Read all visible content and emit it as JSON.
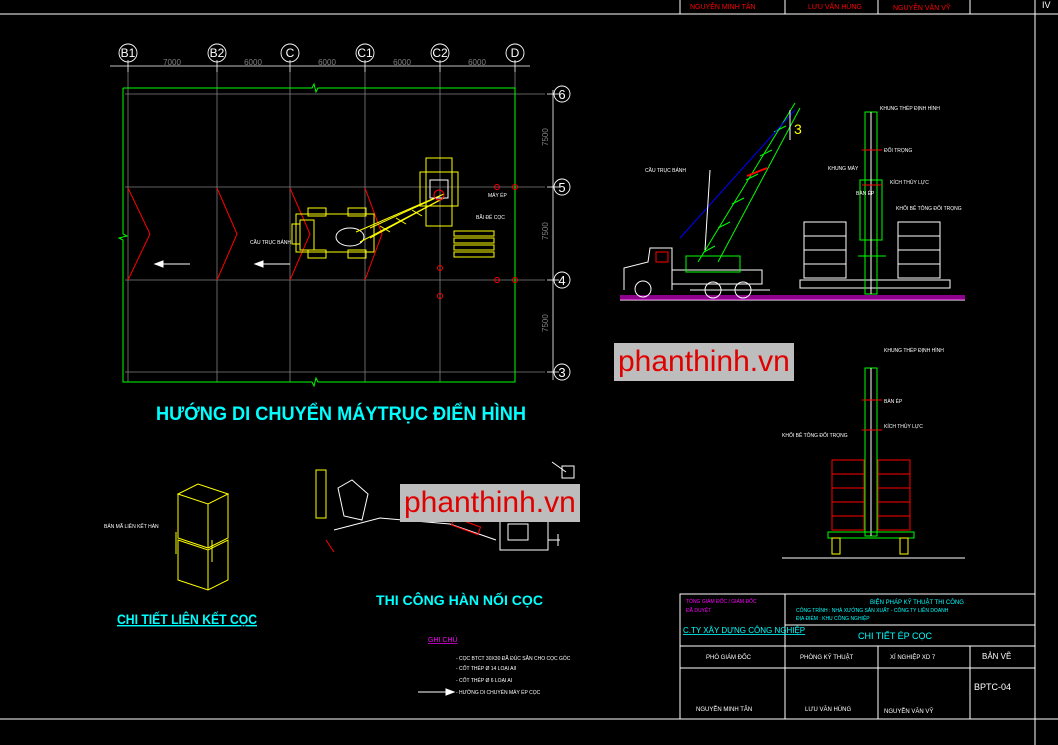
{
  "top_strip": {
    "col1": "NGUYỄN MINH TÂN",
    "col2": "LƯU VĂN HÙNG",
    "col3": "NGUYỄN VĂN VỸ",
    "col4": "IV"
  },
  "plan": {
    "axes_top": [
      "B1",
      "B2",
      "C",
      "C1",
      "C2",
      "D"
    ],
    "spans_top": [
      "7000",
      "6000",
      "6000",
      "6000",
      "6000"
    ],
    "axes_right": [
      "6",
      "5",
      "4",
      "3"
    ],
    "spans_right": [
      "7500",
      "7500",
      "7500"
    ],
    "title": "HƯỚNG DI CHUYỂN MÁYTRỤC ĐIỂN HÌNH",
    "label_crane": "CẦU TRỤC BÁNH",
    "label_pile_stack": "BÃI ĐỂ CỌC",
    "label_machine": "MÁY ÉP"
  },
  "crane_elev": {
    "label_cab": "CẦU TRỤC BÁNH",
    "label_num": "3"
  },
  "rig_elev": {
    "label_top": "KHUNG THÉP ĐỊNH HÌNH",
    "label_frame": "KHUNG MÁY",
    "label_weight": "ĐỐI TRỌNG",
    "label_jack": "KÍCH THỦY LỰC",
    "label_block": "KHỐI BÊ TÔNG ĐỐI TRỌNG",
    "label_pile": "BÀN ÉP"
  },
  "rig_elev2": {
    "label_top": "KHUNG THÉP ĐỊNH HÌNH",
    "label_mid": "BÀN ÉP",
    "label_jack": "KÍCH THỦY LỰC",
    "label_left": "KHỐI BÊ TÔNG ĐỐI TRỌNG"
  },
  "detail_joint": {
    "title": "CHI TIẾT LIÊN KẾT CỌC",
    "label": "BẢN MÃ LIÊN KẾT HÀN"
  },
  "detail_weld": {
    "title": "THI CÔNG HÀN NỐI CỌC"
  },
  "notes": {
    "heading": "GHI CHÚ",
    "lines": [
      "- CỌC BTCT 30X30 ĐÃ ĐÚC SẴN CHO CỌC GÓC",
      "- CỐT THÉP Ø 14 LOẠI AII",
      "- CỐT THÉP Ø 6 LOẠI AI",
      "- HƯỚNG DI CHUYỂN MÁY ÉP CỌC"
    ]
  },
  "title_block": {
    "company_label": "TỔNG GIÁM ĐỐC / GIÁM ĐỐC",
    "company_sub": "ĐÃ DUYỆT",
    "company_name": "C.TY XÂY DỰNG CÔNG NGHIỆP",
    "project_title": "BIỆN PHÁP KỸ THUẬT THI CÔNG",
    "project_line1": "CÔNG TRÌNH : NHÀ XƯỞNG SẢN XUẤT - CÔNG TY LIÊN DOANH",
    "project_line2": "ĐỊA ĐIỂM : KHU CÔNG NGHIỆP",
    "sheet_name": "CHI TIẾT ÉP CỌC",
    "role1": "PHÓ GIÁM ĐỐC",
    "role2": "PHÒNG KỸ THUẬT",
    "role3": "XÍ NGHIỆP XD 7",
    "role4": "BẢN VẼ",
    "name1": "NGUYỄN MINH TÂN",
    "name2": "LƯU VĂN HÙNG",
    "name3": "NGUYỄN VĂN VỸ",
    "sheet_no": "BPTC-04"
  },
  "watermarks": [
    "phanthinh.vn",
    "phanthinh.vn"
  ],
  "colors": {
    "frame": "#ffffff",
    "grid": "#808080",
    "boundary": "#00ff00",
    "axis_yellow": "#ffff00",
    "title_cyan": "#00ffff",
    "red": "#ff0000",
    "green": "#00ff00",
    "magenta": "#ff00ff"
  }
}
